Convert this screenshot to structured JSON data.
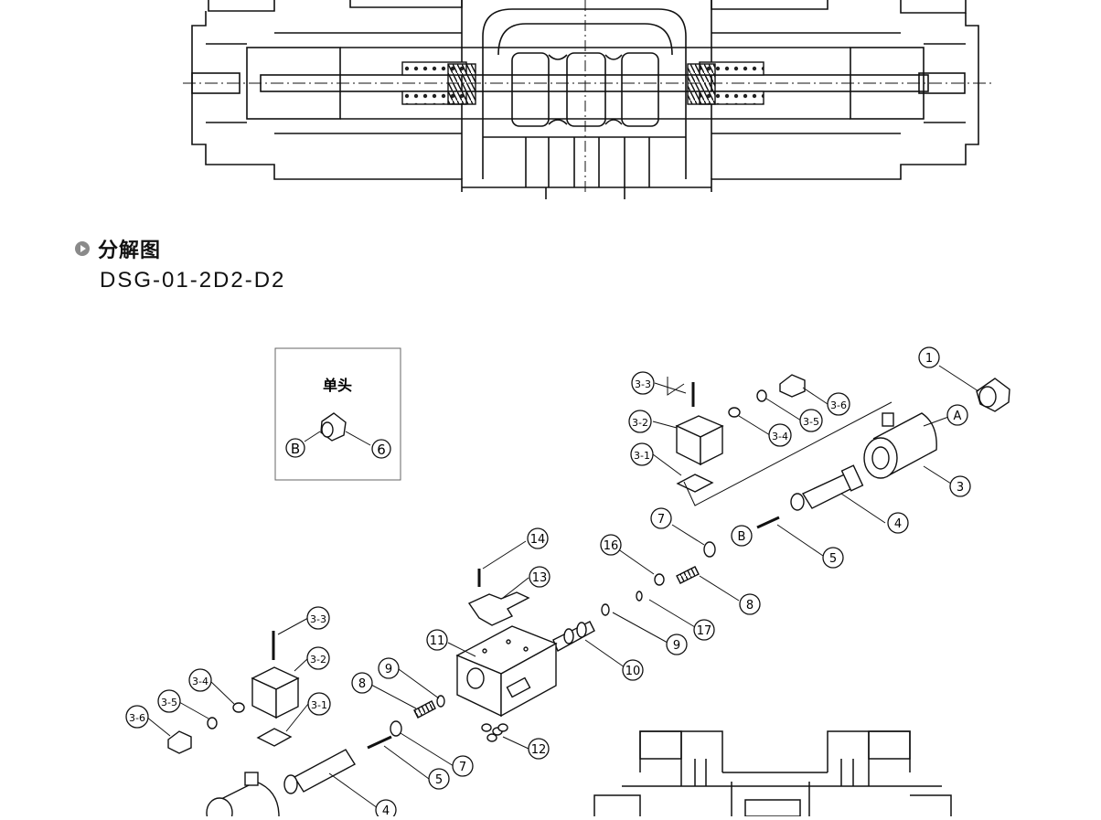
{
  "section": {
    "title": "分解图",
    "model": "DSG-01-2D2-D2"
  },
  "inset": {
    "title": "单头",
    "callouts": [
      "B",
      "6"
    ]
  },
  "callouts": {
    "c1": "1",
    "cA": "A",
    "c3": "3",
    "c4": "4",
    "c5": "5",
    "cB": "B",
    "c7": "7",
    "c8": "8",
    "c16": "16",
    "c17": "17",
    "c9": "9",
    "c10": "10",
    "c14": "14",
    "c13": "13",
    "c11": "11",
    "c12": "12",
    "c3_3": "3-3",
    "c3_2": "3-2",
    "c3_1": "3-1",
    "c3_4": "3-4",
    "c3_5": "3-5",
    "c3_6": "3-6",
    "l3_3": "3-3",
    "l3_2": "3-2",
    "l3_1": "3-1",
    "l3_4": "3-4",
    "l3_5": "3-5",
    "l3_6": "3-6",
    "l8": "8",
    "l9": "9",
    "l7": "7",
    "l5": "5",
    "l4": "4"
  }
}
